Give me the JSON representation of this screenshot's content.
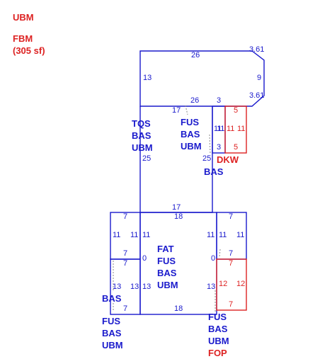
{
  "colors": {
    "blue": "#1a1acc",
    "red": "#dd2222",
    "dotted": "#888888",
    "background": "#ffffff"
  },
  "legend": {
    "title": "UBM",
    "area_label": "FBM",
    "area_value": "(305 sf)"
  },
  "dimensions": {
    "main_top_width": "26",
    "main_left_height": "13",
    "main_right_height": "9",
    "corner_top": "3.61",
    "corner_bottom": "3.61",
    "main_bottom_width": "26",
    "notch": "3",
    "fus_top_width": "17",
    "column_height": "25",
    "column_right_height": "25",
    "small_col_left": "11",
    "small_col_right": "11",
    "small_col_bottom": "3",
    "dkw_top": "5",
    "dkw_left": "11",
    "dkw_right": "11",
    "dkw_bottom": "5",
    "lower_top_outer": "17",
    "lower_top_inner": "18",
    "lower_bottom": "18",
    "lower_left_upper": "11",
    "lower_right_upper": "11",
    "lower_left_zero": "0",
    "lower_right_zero": "0",
    "lower_left_lower": "13",
    "lower_right_lower": "13",
    "wing_left_top": "7",
    "wing_left_mid_upper": "7",
    "wing_left_mid_lower": "7",
    "wing_left_bottom": "7",
    "wing_left_outer_upper": "11",
    "wing_left_inner_upper": "11",
    "wing_left_outer_lower": "13",
    "wing_left_inner_lower": "13",
    "wing_right_top": "7",
    "wing_right_mid": "7",
    "wing_right_outer_upper": "11",
    "wing_right_inner_upper": "11",
    "fop_top": "7",
    "fop_bottom": "7",
    "fop_left": "12",
    "fop_right": "12"
  },
  "labels": {
    "tqs": "TQS\nBAS\nUBM",
    "fus_upper": "FUS\nBAS\nUBM",
    "dkw": "DKW",
    "dkw_bas": "BAS",
    "fat": "FAT\nFUS\nBAS\nUBM",
    "left_bas": "BAS",
    "left_fus": "FUS\nBAS\nUBM",
    "right_fus": "FUS\nBAS\nUBM",
    "fop": "FOP"
  }
}
